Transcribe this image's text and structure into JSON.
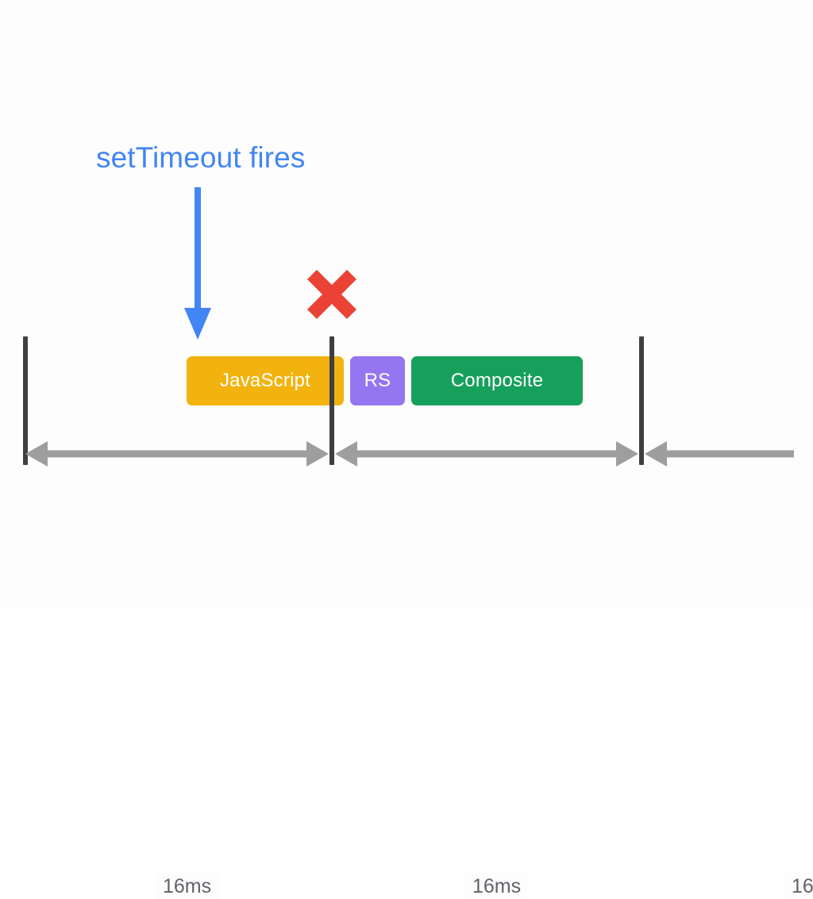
{
  "diagram": {
    "title_text": "setTimeout fires",
    "background_color": "#fdfdfd",
    "annotation": {
      "label": "setTimeout fires",
      "color": "#4285f4",
      "arrow_name": "down-arrow-icon"
    },
    "drop_mark": {
      "name": "red-x-icon",
      "color": "#ea4335",
      "meaning": "frame dropped"
    },
    "ticks": [
      {
        "label": "frame-boundary-0",
        "color": "#3c4043"
      },
      {
        "label": "frame-boundary-1",
        "color": "#3c4043"
      },
      {
        "label": "frame-boundary-2",
        "color": "#3c4043"
      }
    ],
    "blocks": [
      {
        "label": "JavaScript",
        "color": "#f2b30e",
        "text_color": "#ffffff"
      },
      {
        "label": "RS",
        "color": "#9575f0",
        "text_color": "#ffffff"
      },
      {
        "label": "Composite",
        "color": "#17a05b",
        "text_color": "#ffffff"
      }
    ],
    "measurements": [
      {
        "label": "16ms",
        "color": "#5f6368"
      },
      {
        "label": "16ms",
        "color": "#5f6368"
      },
      {
        "label": "16",
        "color": "#5f6368"
      }
    ],
    "arrow_color": "#9e9e9e"
  }
}
